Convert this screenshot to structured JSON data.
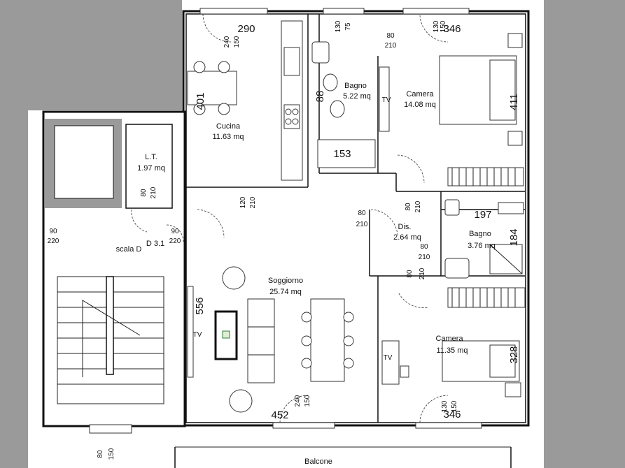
{
  "rooms": {
    "cucina": {
      "name": "Cucina",
      "area": "11.63 mq"
    },
    "bagno1": {
      "name": "Bagno",
      "area": "5.22 mq"
    },
    "camera1": {
      "name": "Camera",
      "area": "14.08 mq"
    },
    "lt": {
      "name": "L.T.",
      "area": "1.97 mq"
    },
    "dis": {
      "name": "Dis.",
      "area": "2.64 mq"
    },
    "bagno2": {
      "name": "Bagno",
      "area": "3.76 mq"
    },
    "soggiorno": {
      "name": "Soggiorno",
      "area": "25.74 mq"
    },
    "camera2": {
      "name": "Camera",
      "area": "11.35 mq"
    },
    "scala": {
      "name": "scala D"
    },
    "balcone": {
      "name": "Balcone"
    },
    "unit": {
      "label": "D 3.1"
    }
  },
  "dimensions": {
    "cucina_width": "290",
    "cucina_height": "401",
    "bagno1_width": "153",
    "camera1_width": "346",
    "camera1_height": "411",
    "soggiorno_height": "556",
    "soggiorno_width": "452",
    "camera2_width": "346",
    "camera2_height": "328",
    "bagno2_width": "197",
    "bagno2_height": "184",
    "shower": "88"
  },
  "openings": [
    {
      "w": "80",
      "h": "210"
    },
    {
      "w": "80",
      "h": "210"
    },
    {
      "w": "80",
      "h": "210"
    },
    {
      "w": "80",
      "h": "210"
    },
    {
      "w": "80",
      "h": "210"
    },
    {
      "w": "120",
      "h": "210"
    },
    {
      "w": "80",
      "h": "210"
    },
    {
      "w": "90",
      "h": "220"
    },
    {
      "w": "90",
      "h": "220"
    },
    {
      "w": "240",
      "h": "150"
    },
    {
      "w": "130",
      "h": "75"
    },
    {
      "w": "130",
      "h": "150"
    },
    {
      "w": "240",
      "h": "150"
    },
    {
      "w": "130",
      "h": "150"
    },
    {
      "w": "80",
      "h": "150"
    }
  ],
  "appliances": {
    "tv1": "TV",
    "tv2": "TV",
    "tv3": "TV"
  }
}
